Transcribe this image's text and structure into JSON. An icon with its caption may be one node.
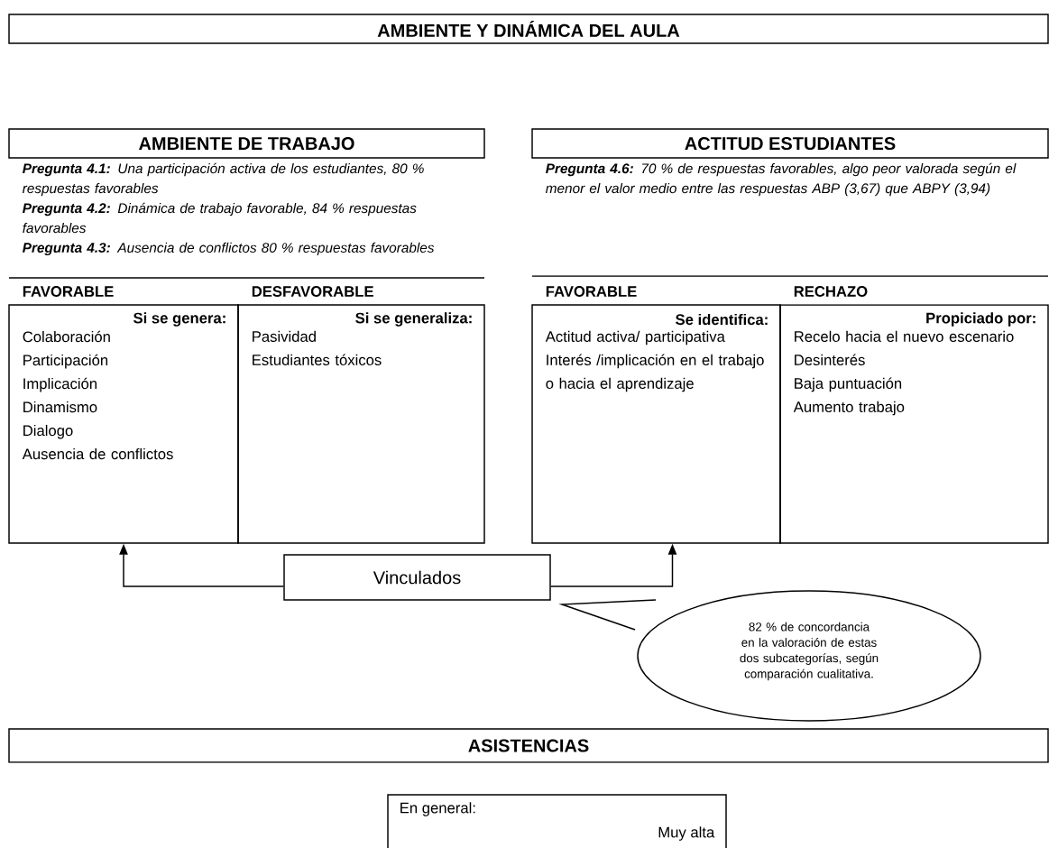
{
  "diagram": {
    "nodes": [
      {
        "text": [
          "AMBIENTE Y DINÁMICA DEL AULA"
        ]
      },
      {
        "text": [
          "AMBIENTE DE TRABAJO"
        ]
      },
      {
        "text": [
          "ACTITUD ESTUDIANTES"
        ]
      },
      {
        "text": [
          "FAVORABLE",
          "Si se genera:",
          "Colaboración",
          "Participación",
          "Implicación",
          "Dinamismo",
          "Dialogo",
          "Ausencia de conflictos"
        ]
      },
      {
        "text": [
          "DESFAVORABLE",
          "Si se generaliza:",
          "Pasividad",
          "Estudiantes tóxicos"
        ]
      },
      {
        "text": [
          "FAVORABLE",
          "Se identifica:",
          "Actitud activa/ participativa",
          "Interés /implicación en el trabajo o hacia el aprendizaje"
        ]
      },
      {
        "text": [
          "RECHAZO",
          "Propiciado por:",
          "Recelo hacia el nuevo escenario",
          "Desinterés",
          "Baja puntuación",
          "Aumento trabajo"
        ]
      },
      {
        "text": [
          "Vinculados"
        ]
      },
      {
        "text": [
          "82 % de concordancia en la valoración de estas dos subcategorías, según comparación cualitativa."
        ]
      },
      {
        "text": [
          "ASISTENCIAS"
        ]
      },
      {
        "text": [
          "En general:",
          "Muy alta"
        ]
      }
    ],
    "edges": [
      {
        "from": 7,
        "to": 3,
        "arrow": "to"
      },
      {
        "from": 7,
        "to": 5,
        "arrow": "to"
      }
    ],
    "labels": [
      "**Pregunta 4.1:** Una participación activa de los estudiantes, 80 % respuestas favorables",
      "**Pregunta 4.2:** Dinámica de trabajo favorable, 84 % respuestas favorables",
      "**Pregunta 4.3:** Ausencia de conflictos 80 % respuestas favorables",
      "**Pregunta 4.6:** 70 % de respuestas favorables, algo peor valorada según el menor el valor medio entre las respuestas ABP (3,67) que ABPY (3,94)"
    ]
  }
}
